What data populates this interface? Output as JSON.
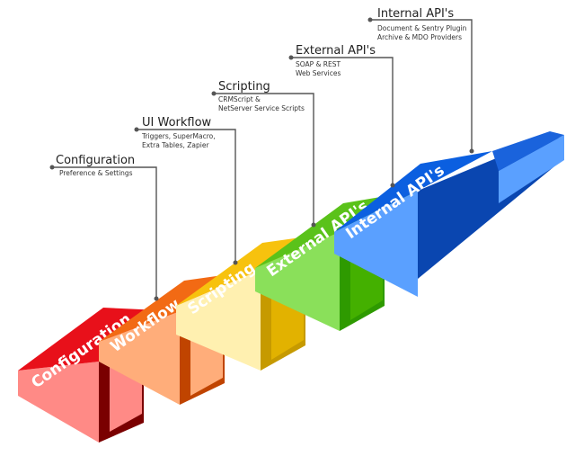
{
  "steps": [
    {
      "key": "configuration",
      "title": "Configuration",
      "desc": [
        "Preference & Settings"
      ],
      "label": "Configuration",
      "colors": {
        "top": "#e8101a",
        "front": "#ff8a86",
        "inner": "#7a0000",
        "side": "#c40000"
      }
    },
    {
      "key": "workflow",
      "title": "UI Workflow",
      "desc": [
        "Triggers, SuperMacro,",
        "Extra Tables, Zapier"
      ],
      "label": "Workflow",
      "colors": {
        "top": "#f26a14",
        "front": "#ffad7a",
        "inner": "#c04400",
        "side": "#de5a00"
      }
    },
    {
      "key": "scripting",
      "title": "Scripting",
      "desc": [
        "CRMScript &",
        "NetServer Service Scripts"
      ],
      "label": "Scripting",
      "colors": {
        "top": "#f7c20e",
        "front": "#fff0b0",
        "inner": "#c69a00",
        "side": "#e2b200"
      }
    },
    {
      "key": "external-api",
      "title": "External API's",
      "desc": [
        "SOAP & REST",
        "Web Services"
      ],
      "label": "External API's",
      "colors": {
        "top": "#5ac21a",
        "front": "#8ae05a",
        "inner": "#2e9a00",
        "side": "#44b000"
      }
    },
    {
      "key": "internal-api",
      "title": "Internal API's",
      "desc": [
        "Document & Sentry Plugin",
        "Archive & MDO Providers"
      ],
      "label": "Internal API's",
      "colors": {
        "top": "#0b5fe0",
        "front": "#5aa0ff",
        "inner": "#0a46b0",
        "side": "#1a63dc"
      }
    }
  ]
}
